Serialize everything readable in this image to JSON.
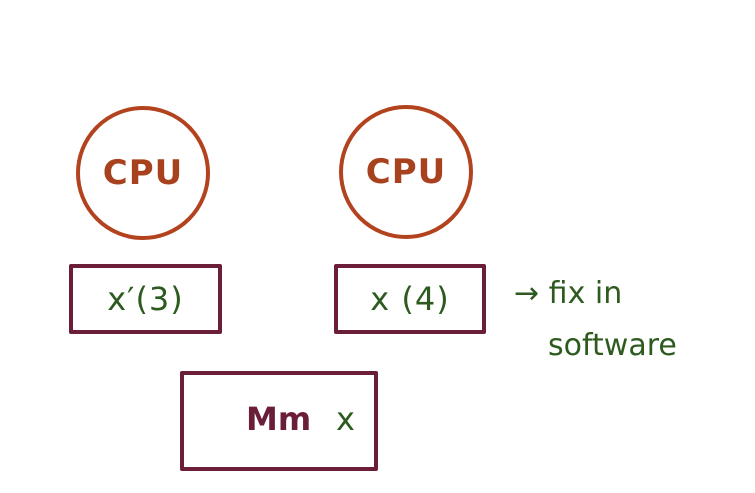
{
  "cpus": [
    {
      "label": "CPU"
    },
    {
      "label": "CPU"
    }
  ],
  "caches": [
    {
      "text": "x′(3)"
    },
    {
      "text": "x (4)"
    }
  ],
  "memory": {
    "label": "Mm",
    "variable": "x"
  },
  "note": {
    "line1": "→ fix in",
    "line2": "software"
  },
  "colors": {
    "cpu": "#b3431f",
    "box_border": "#6b1e3a",
    "handwriting": "#2d5a1e"
  }
}
